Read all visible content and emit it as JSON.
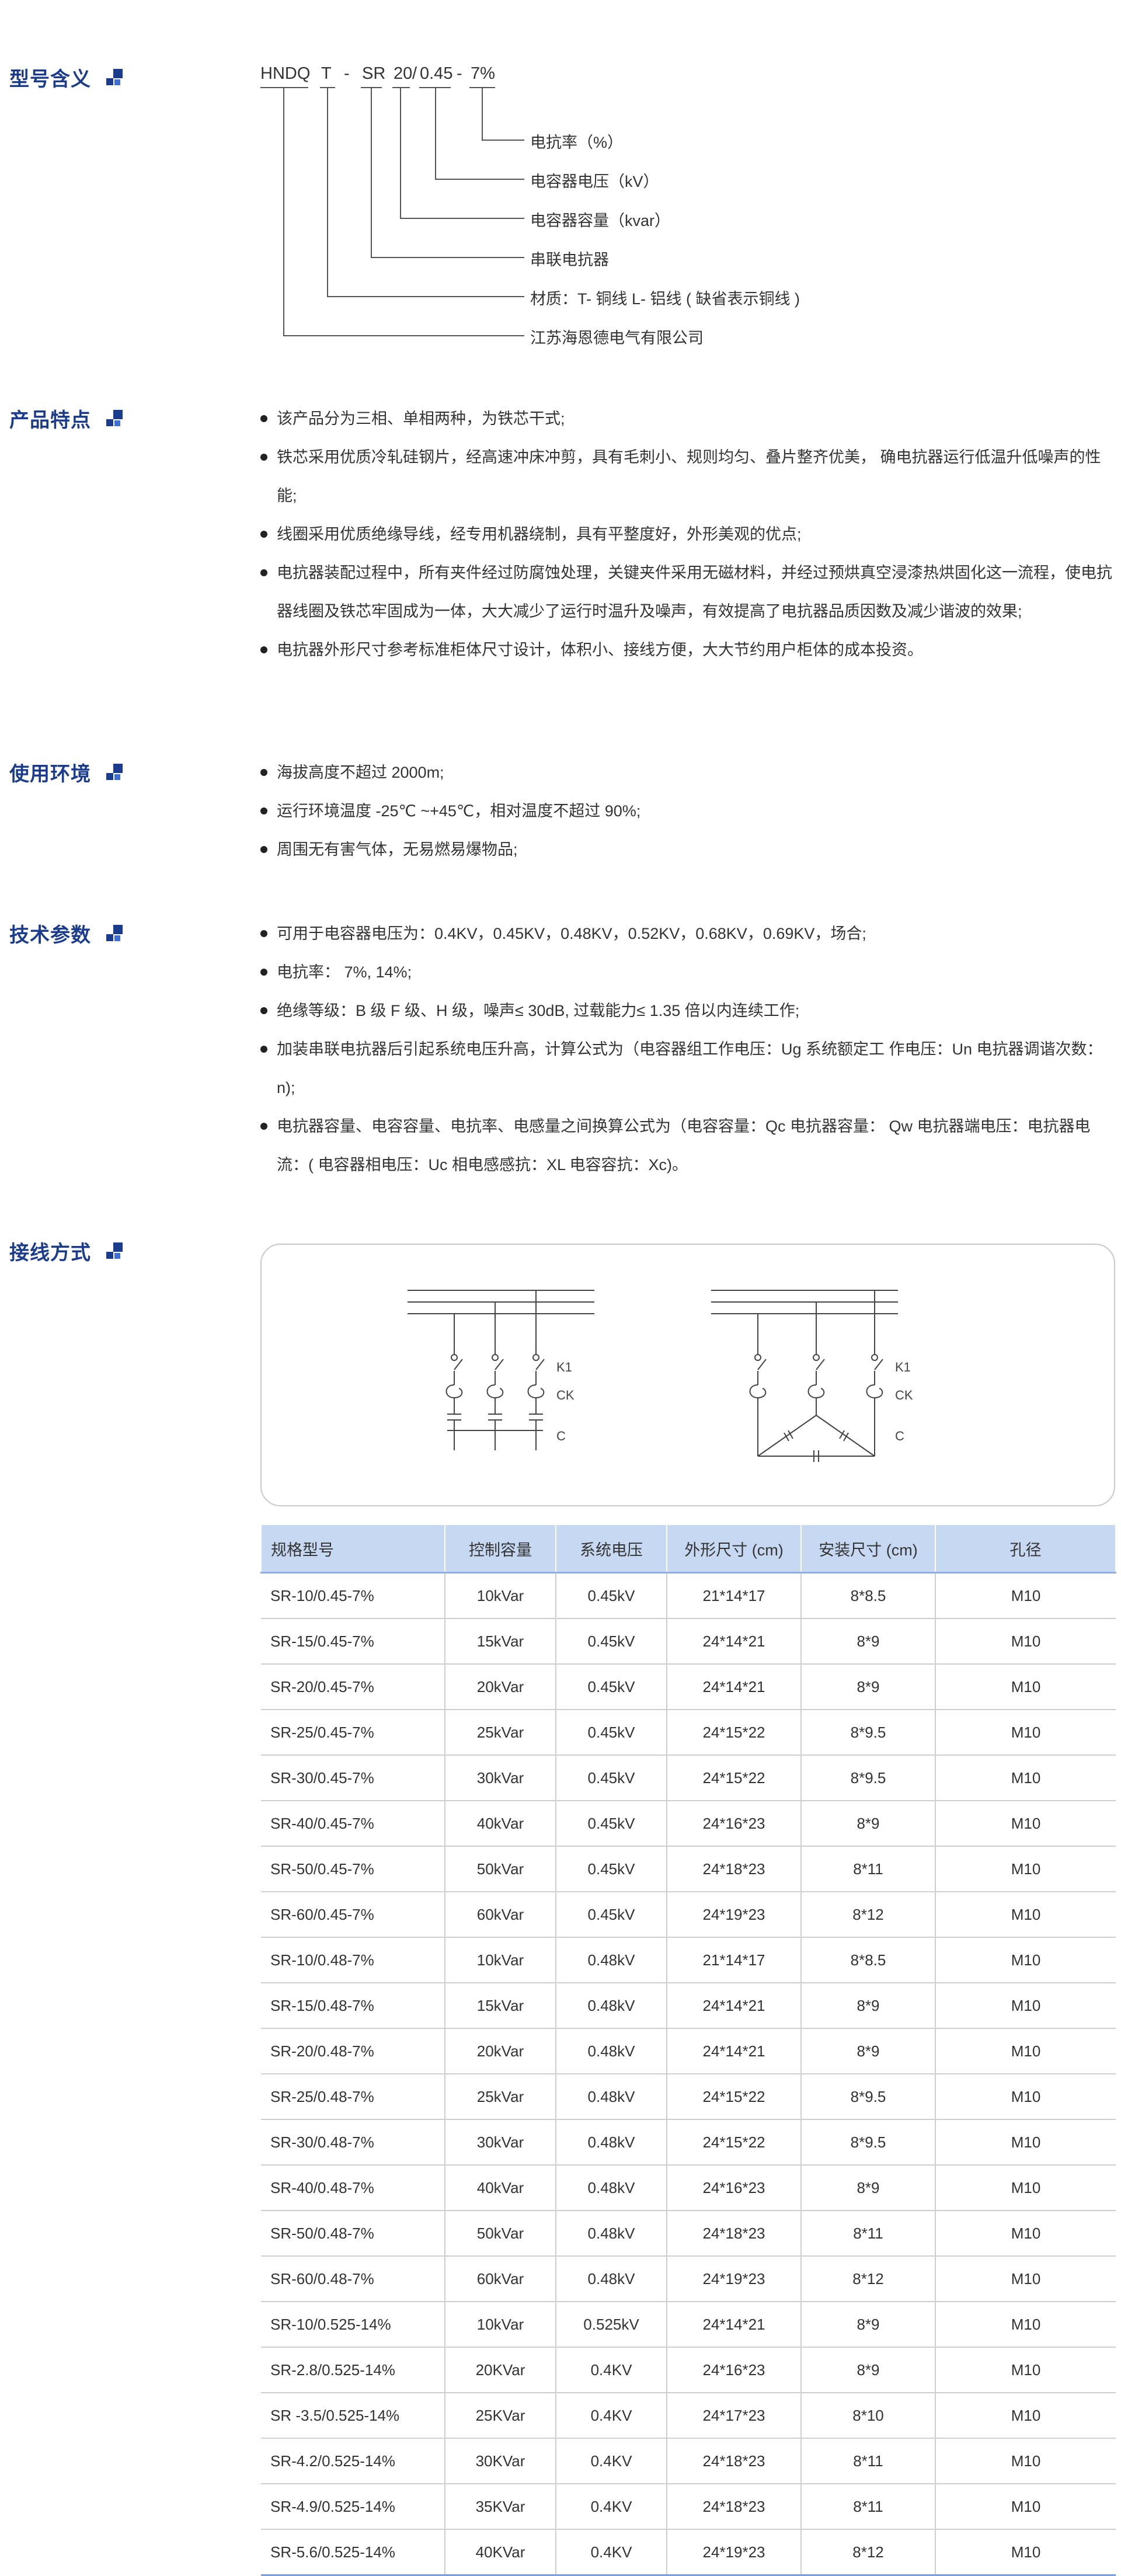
{
  "sections": {
    "model_meaning": "型号含义",
    "features": "产品特点",
    "environment": "使用环境",
    "tech_params": "技术参数",
    "wiring": "接线方式"
  },
  "model": {
    "parts": {
      "p1": "HNDQ",
      "p2": "T",
      "d1": "-",
      "p3": "SR",
      "p4": "20",
      "s1": "/",
      "p5": "0.45",
      "d2": "-",
      "p6": "7%"
    },
    "labels": [
      "电抗率（%）",
      "电容器电压（kV）",
      "电容器容量（kvar）",
      "串联电抗器",
      "材质：T- 铜线  L- 铝线 ( 缺省表示铜线 )",
      "江苏海恩德电气有限公司"
    ]
  },
  "features": [
    "该产品分为三相、单相两种，为铁芯干式;",
    "铁芯采用优质冷轧硅钢片，经高速冲床冲剪，具有毛刺小、规则均匀、叠片整齐优美， 确电抗器运行低温升低噪声的性能;",
    "线圈采用优质绝缘导线，经专用机器绕制，具有平整度好，外形美观的优点;",
    "电抗器装配过程中，所有夹件经过防腐蚀处理，关键夹件采用无磁材料，并经过预烘真空浸漆热烘固化这一流程，使电抗器线圈及铁芯牢固成为一体，大大减少了运行时温升及噪声，有效提高了电抗器品质因数及减少谐波的效果;",
    "电抗器外形尺寸参考标准柜体尺寸设计，体积小、接线方便，大大节约用户柜体的成本投资。"
  ],
  "environment": [
    "海拔高度不超过 2000m;",
    "运行环境温度 -25℃ ~+45℃，相对温度不超过 90%;",
    "周围无有害气体，无易燃易爆物品;"
  ],
  "tech_params": [
    "可用于电容器电压为：0.4KV，0.45KV，0.48KV，0.52KV，0.68KV，0.69KV，场合;",
    "电抗率： 7%, 14%;",
    "绝缘等级：B 级 F 级、H 级，噪声≤ 30dB, 过载能力≤ 1.35 倍以内连续工作;",
    "加装串联电抗器后引起系统电压升高，计算公式为（电容器组工作电压：Ug 系统额定工 作电压：Un 电抗器调谐次数：n);",
    "电抗器容量、电容容量、电抗率、电感量之间换算公式为（电容容量：Qc 电抗器容量： Qw 电抗器端电压：电抗器电流：( 电容器相电压：Uc 相电感感抗：XL 电容容抗：Xc)。"
  ],
  "wiring": {
    "left_labels": [
      "K1",
      "CK",
      "C"
    ],
    "right_labels": [
      "K1",
      "CK",
      "C"
    ]
  },
  "table": {
    "headers": [
      "规格型号",
      "控制容量",
      "系统电压",
      "外形尺寸 (cm)",
      "安装尺寸 (cm)",
      "孔径"
    ],
    "rows": [
      [
        "SR-10/0.45-7%",
        "10kVar",
        "0.45kV",
        "21*14*17",
        "8*8.5",
        "M10"
      ],
      [
        "SR-15/0.45-7%",
        "15kVar",
        "0.45kV",
        "24*14*21",
        "8*9",
        "M10"
      ],
      [
        "SR-20/0.45-7%",
        "20kVar",
        "0.45kV",
        "24*14*21",
        "8*9",
        "M10"
      ],
      [
        "SR-25/0.45-7%",
        "25kVar",
        "0.45kV",
        "24*15*22",
        "8*9.5",
        "M10"
      ],
      [
        "SR-30/0.45-7%",
        "30kVar",
        "0.45kV",
        "24*15*22",
        "8*9.5",
        "M10"
      ],
      [
        "SR-40/0.45-7%",
        "40kVar",
        "0.45kV",
        "24*16*23",
        "8*9",
        "M10"
      ],
      [
        "SR-50/0.45-7%",
        "50kVar",
        "0.45kV",
        "24*18*23",
        "8*11",
        "M10"
      ],
      [
        "SR-60/0.45-7%",
        "60kVar",
        "0.45kV",
        "24*19*23",
        "8*12",
        "M10"
      ],
      [
        "SR-10/0.48-7%",
        "10kVar",
        "0.48kV",
        "21*14*17",
        "8*8.5",
        "M10"
      ],
      [
        "SR-15/0.48-7%",
        "15kVar",
        "0.48kV",
        "24*14*21",
        "8*9",
        "M10"
      ],
      [
        "SR-20/0.48-7%",
        "20kVar",
        "0.48kV",
        "24*14*21",
        "8*9",
        "M10"
      ],
      [
        "SR-25/0.48-7%",
        "25kVar",
        "0.48kV",
        "24*15*22",
        "8*9.5",
        "M10"
      ],
      [
        "SR-30/0.48-7%",
        "30kVar",
        "0.48kV",
        "24*15*22",
        "8*9.5",
        "M10"
      ],
      [
        "SR-40/0.48-7%",
        "40kVar",
        "0.48kV",
        "24*16*23",
        "8*9",
        "M10"
      ],
      [
        "SR-50/0.48-7%",
        "50kVar",
        "0.48kV",
        "24*18*23",
        "8*11",
        "M10"
      ],
      [
        "SR-60/0.48-7%",
        "60kVar",
        "0.48kV",
        "24*19*23",
        "8*12",
        "M10"
      ],
      [
        "SR-10/0.525-14%",
        "10kVar",
        "0.525kV",
        "24*14*21",
        "8*9",
        "M10"
      ],
      [
        "SR-2.8/0.525-14%",
        "20KVar",
        "0.4KV",
        "24*16*23",
        "8*9",
        "M10"
      ],
      [
        "SR -3.5/0.525-14%",
        "25KVar",
        "0.4KV",
        "24*17*23",
        "8*10",
        "M10"
      ],
      [
        "SR-4.2/0.525-14%",
        "30KVar",
        "0.4KV",
        "24*18*23",
        "8*11",
        "M10"
      ],
      [
        "SR-4.9/0.525-14%",
        "35KVar",
        "0.4KV",
        "24*18*23",
        "8*11",
        "M10"
      ],
      [
        "SR-5.6/0.525-14%",
        "40KVar",
        "0.4KV",
        "24*19*23",
        "8*12",
        "M10"
      ]
    ]
  },
  "colors": {
    "title_blue": "#1b3c8c",
    "header_bg": "#c7d8f3"
  }
}
